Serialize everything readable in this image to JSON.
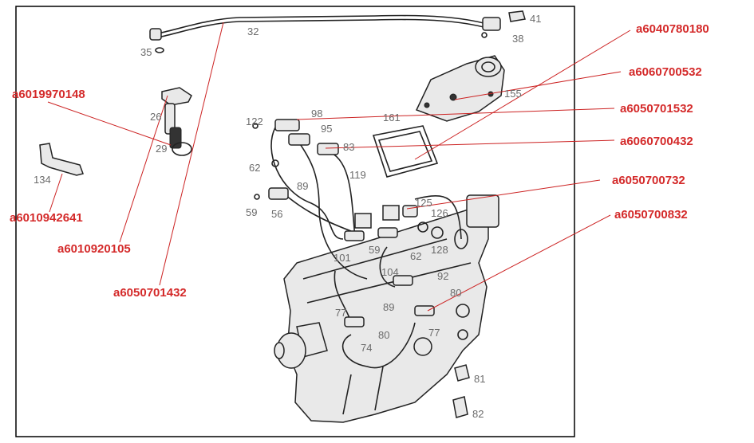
{
  "part_numbers": [
    {
      "id": "pn-1",
      "text": "a6040780180"
    },
    {
      "id": "pn-2",
      "text": "a6060700532"
    },
    {
      "id": "pn-3",
      "text": "a6050701532"
    },
    {
      "id": "pn-4",
      "text": "a6060700432"
    },
    {
      "id": "pn-5",
      "text": "a6050700732"
    },
    {
      "id": "pn-6",
      "text": "a6050700832"
    },
    {
      "id": "pn-7",
      "text": "a6019970148"
    },
    {
      "id": "pn-8",
      "text": "a6010942641"
    },
    {
      "id": "pn-9",
      "text": "a6010920105"
    },
    {
      "id": "pn-10",
      "text": "a6050701432"
    }
  ],
  "callouts": [
    "41",
    "38",
    "32",
    "35",
    "155",
    "161",
    "98",
    "122",
    "95",
    "83",
    "26",
    "29",
    "134",
    "62",
    "89",
    "119",
    "59",
    "56",
    "125",
    "126",
    "128",
    "101",
    "59",
    "62",
    "104",
    "92",
    "80",
    "89",
    "77",
    "74",
    "80",
    "77",
    "81",
    "82"
  ],
  "colors": {
    "label_red": "#d42a2a",
    "callout_gray": "#6b6b6b",
    "line_dark": "#222222",
    "frame": "#000000"
  }
}
